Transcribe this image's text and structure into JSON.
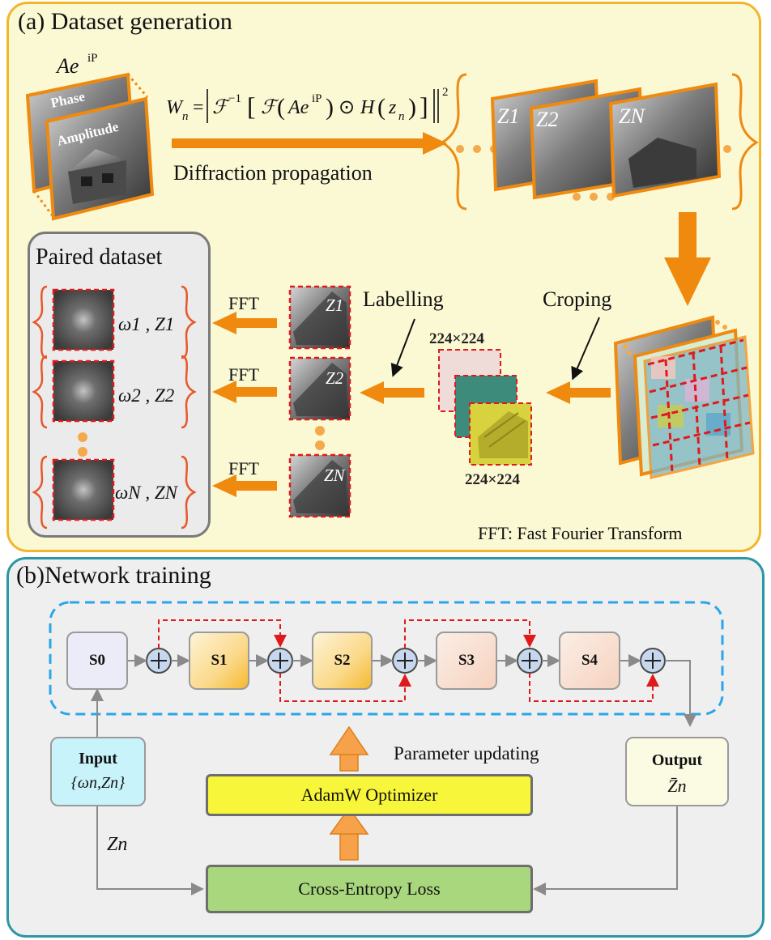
{
  "panel_a": {
    "title": "(a) Dataset generation",
    "ae_label": "Ae",
    "ae_sup": "iP",
    "phase_label": "Phase",
    "amplitude_label": "Amplitude",
    "equation": "W_n = |F^{-1}[F(Ae^{iP}) ⊙ H(z_n)]|^2",
    "diffraction_label": "Diffraction propagation",
    "intensity_title": "Intensity dataset",
    "z_labels": [
      "Z1",
      "Z2",
      "ZN"
    ],
    "paired_title": "Paired dataset",
    "paired_labels": [
      "ω1 , Z1",
      "ω2 , Z2",
      "ωN , ZN"
    ],
    "fft_labels": [
      "FFT",
      "FFT",
      "FFT"
    ],
    "labelling": "Labelling",
    "croping": "Croping",
    "size_top": "224×224",
    "size_bottom": "224×224",
    "footnote": "FFT: Fast Fourier Transform"
  },
  "panel_b": {
    "title": "(b)Network training",
    "stages": [
      "S0",
      "S1",
      "S2",
      "S3",
      "S4"
    ],
    "input_title": "Input",
    "input_sub": "{ωn,Zn}",
    "output_title": "Output",
    "output_sub": "Z̄n",
    "param_update": "Parameter updating",
    "adamw": "AdamW Optimizer",
    "loss": "Cross-Entropy Loss",
    "zn_label": "Zn"
  },
  "colors": {
    "panel_a_bg": "#fbf8d4",
    "panel_a_border": "#f2b62c",
    "panel_b_bg": "#efefef",
    "panel_b_border": "#2b97a6",
    "orange": "#ef8a0f",
    "red_dash": "#e01a1a",
    "blue_dash": "#2aa6e8",
    "adamw": "#f8f63a",
    "loss": "#a9d77e"
  }
}
